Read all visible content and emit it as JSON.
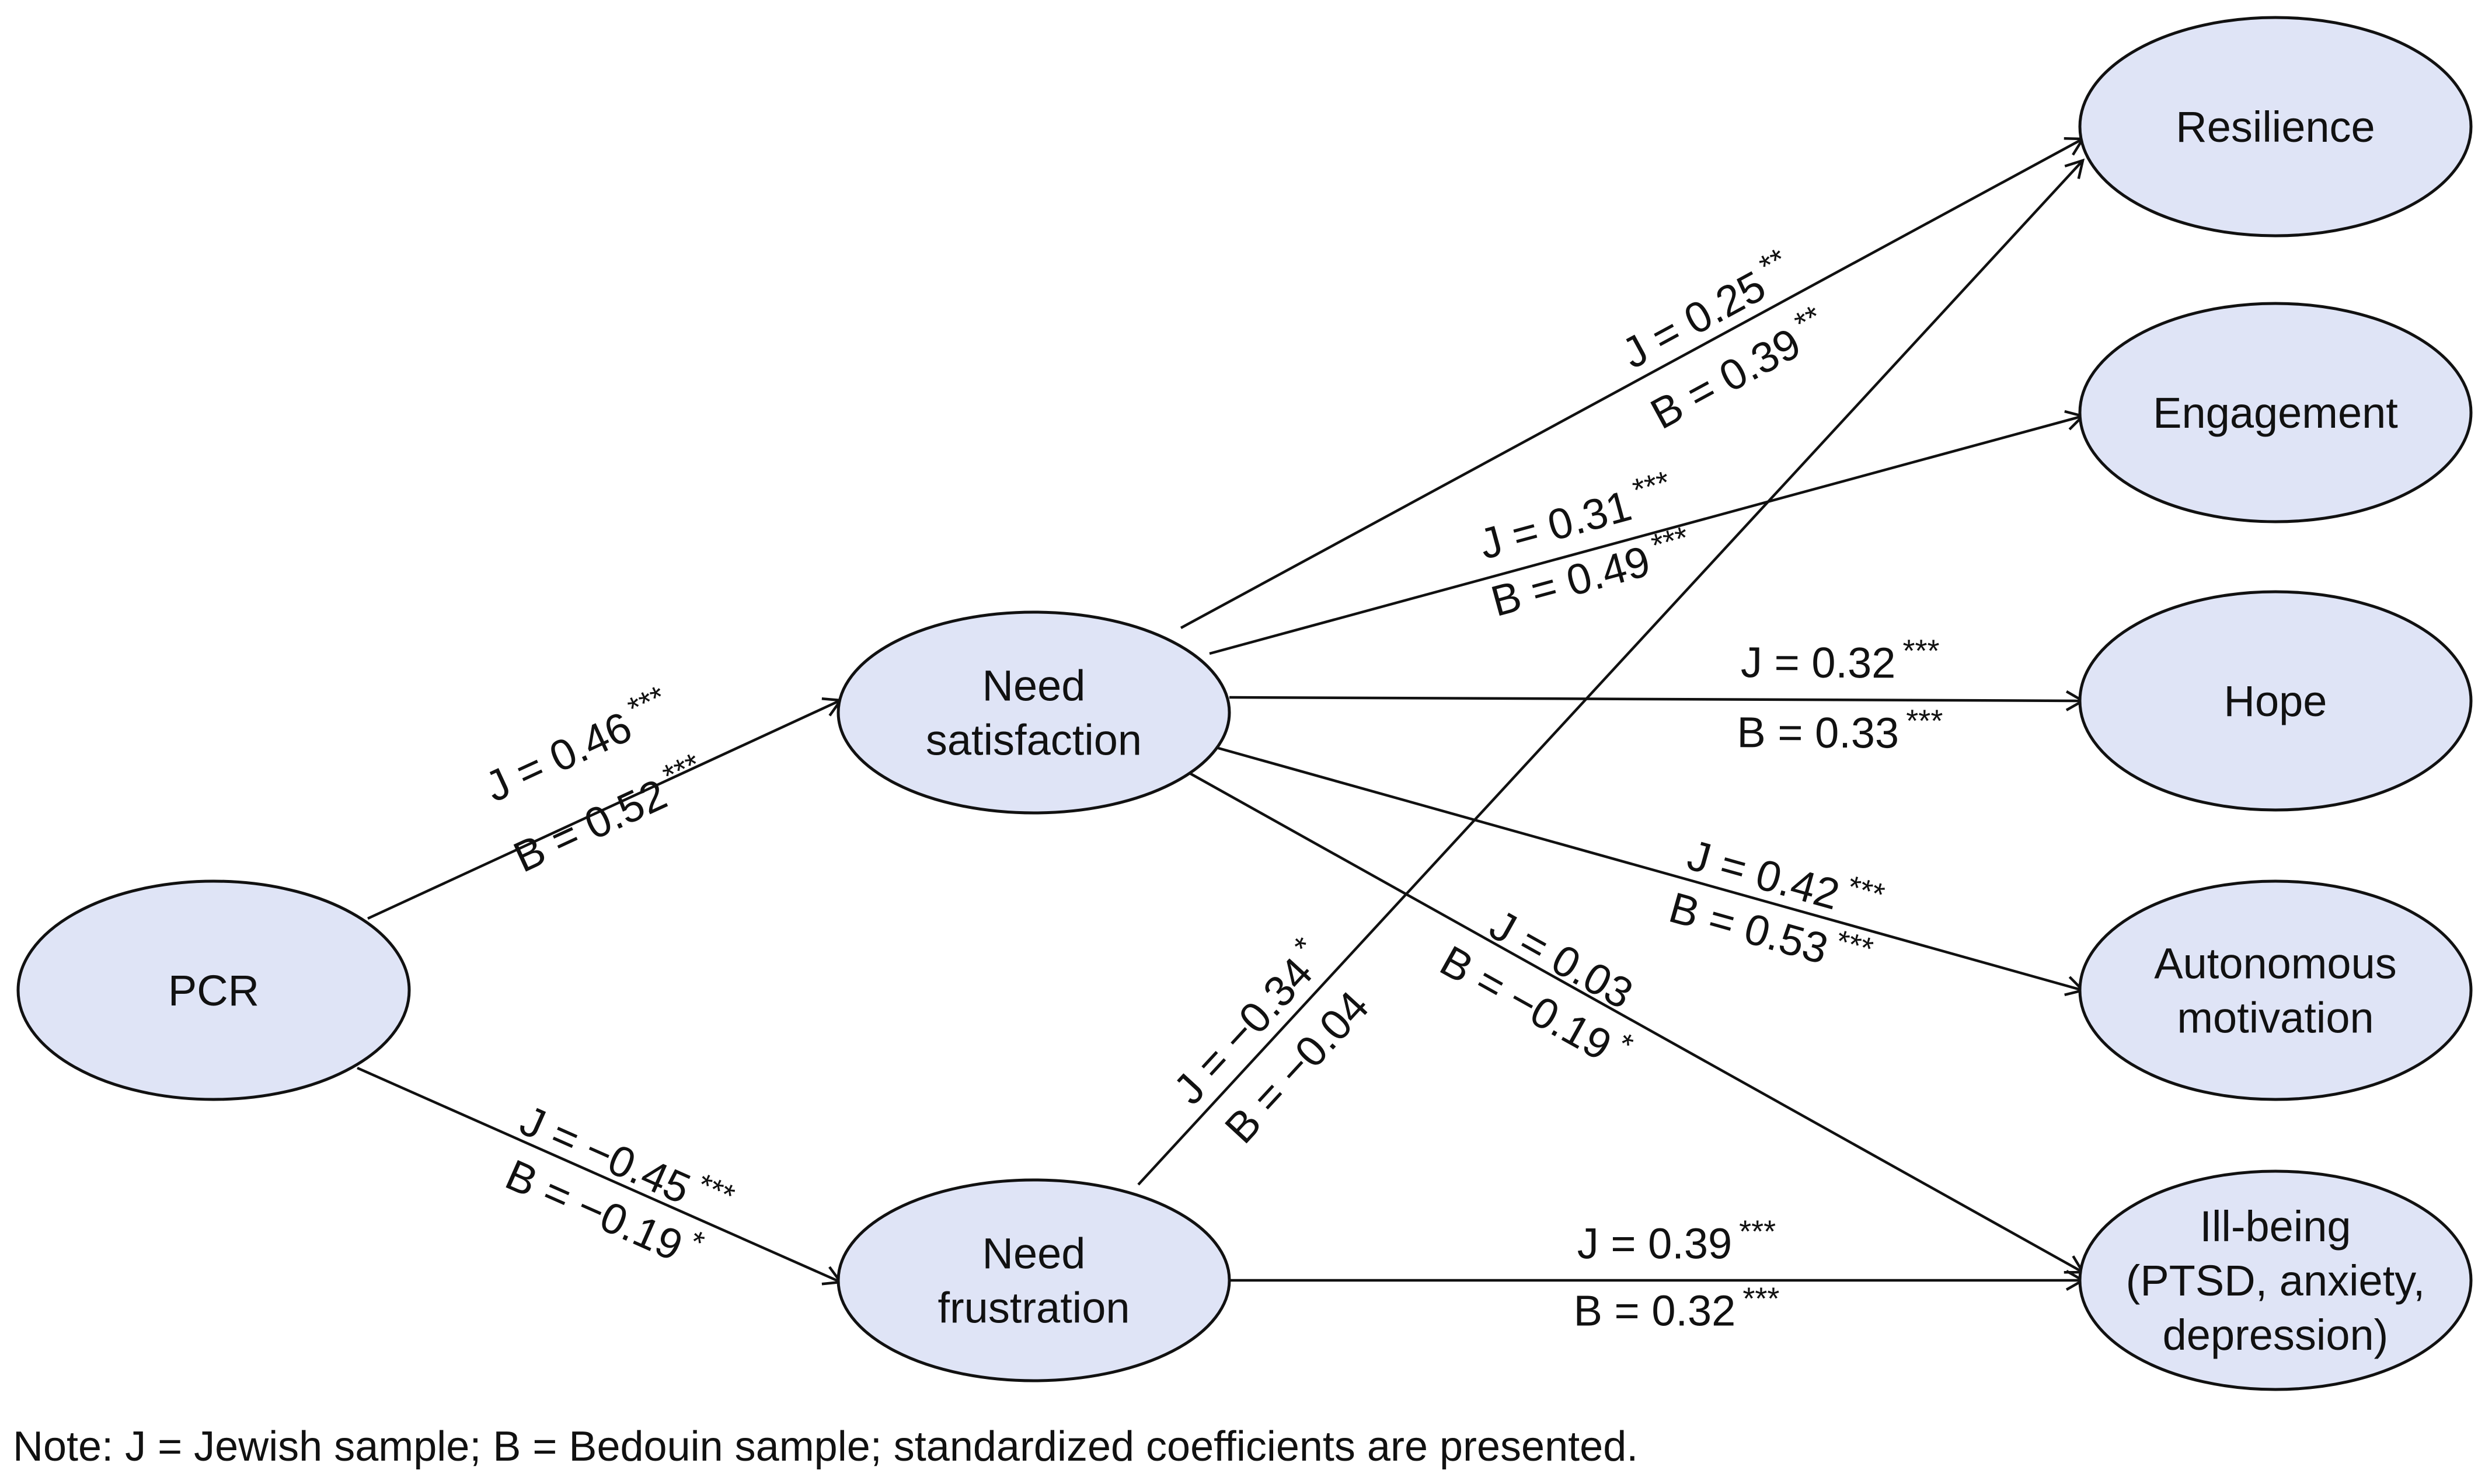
{
  "nodes": [
    {
      "id": "pcr",
      "lines": [
        "PCR"
      ]
    },
    {
      "id": "need-satisfaction",
      "lines": [
        "Need",
        "satisfaction"
      ]
    },
    {
      "id": "need-frustration",
      "lines": [
        "Need",
        "frustration"
      ]
    },
    {
      "id": "resilience",
      "lines": [
        "Resilience"
      ]
    },
    {
      "id": "engagement",
      "lines": [
        "Engagement"
      ]
    },
    {
      "id": "hope",
      "lines": [
        "Hope"
      ]
    },
    {
      "id": "autonomous-motivation",
      "lines": [
        "Autonomous",
        "motivation"
      ]
    },
    {
      "id": "ill-being",
      "lines": [
        "Ill-being",
        "(PTSD, anxiety,",
        "depression)"
      ]
    }
  ],
  "paths": [
    {
      "id": "pcr-to-need-satisfaction",
      "from": "pcr",
      "to": "need-satisfaction",
      "j": {
        "text": "J = 0.46",
        "sig": "***"
      },
      "b": {
        "text": "B = 0.52",
        "sig": "***"
      }
    },
    {
      "id": "pcr-to-need-frustration",
      "from": "pcr",
      "to": "need-frustration",
      "j": {
        "text": "J = −0.45",
        "sig": "***"
      },
      "b": {
        "text": "B = −0.19",
        "sig": "*"
      }
    },
    {
      "id": "need-satisfaction-to-resilience",
      "from": "need-satisfaction",
      "to": "resilience",
      "j": {
        "text": "J = 0.25",
        "sig": "**"
      },
      "b": {
        "text": "B = 0.39",
        "sig": "**"
      }
    },
    {
      "id": "need-satisfaction-to-engagement",
      "from": "need-satisfaction",
      "to": "engagement",
      "j": {
        "text": "J = 0.31",
        "sig": "***"
      },
      "b": {
        "text": "B = 0.49",
        "sig": "***"
      }
    },
    {
      "id": "need-satisfaction-to-hope",
      "from": "need-satisfaction",
      "to": "hope",
      "j": {
        "text": "J = 0.32",
        "sig": "***"
      },
      "b": {
        "text": "B = 0.33",
        "sig": "***"
      }
    },
    {
      "id": "need-satisfaction-to-autonomous-motivation",
      "from": "need-satisfaction",
      "to": "autonomous-motivation",
      "j": {
        "text": "J = 0.42",
        "sig": "***"
      },
      "b": {
        "text": "B = 0.53",
        "sig": "***"
      }
    },
    {
      "id": "need-satisfaction-to-ill-being",
      "from": "need-satisfaction",
      "to": "ill-being",
      "j": {
        "text": "J = 0.03",
        "sig": ""
      },
      "b": {
        "text": "B = −0.19",
        "sig": "*"
      }
    },
    {
      "id": "need-frustration-to-resilience",
      "from": "need-frustration",
      "to": "resilience",
      "j": {
        "text": "J = −0.34",
        "sig": "*"
      },
      "b": {
        "text": "B = −0.04",
        "sig": ""
      }
    },
    {
      "id": "need-frustration-to-ill-being",
      "from": "need-frustration",
      "to": "ill-being",
      "j": {
        "text": "J = 0.39",
        "sig": "***"
      },
      "b": {
        "text": "B = 0.32",
        "sig": "***"
      }
    }
  ],
  "note": "Note: J = Jewish sample; B = Bedouin sample; standardized coefficients are presented."
}
